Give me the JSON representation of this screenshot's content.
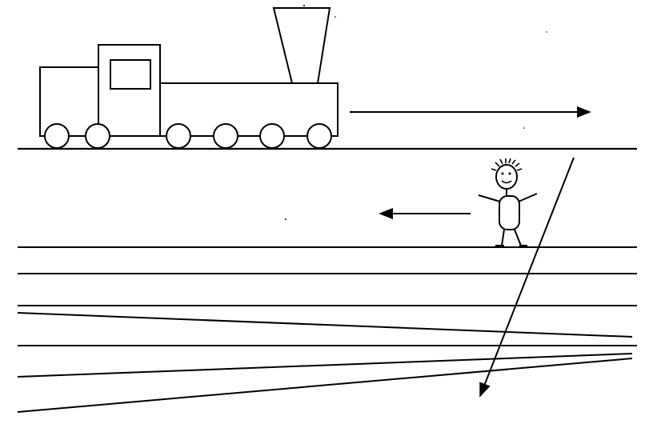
{
  "diagram": {
    "background_color": "#ffffff",
    "ink_color": "#000000",
    "elements": [
      "train",
      "rail-track",
      "train-motion-arrow",
      "stick-figure",
      "person-motion-arrow",
      "ground-lines",
      "projection-arrow"
    ]
  }
}
